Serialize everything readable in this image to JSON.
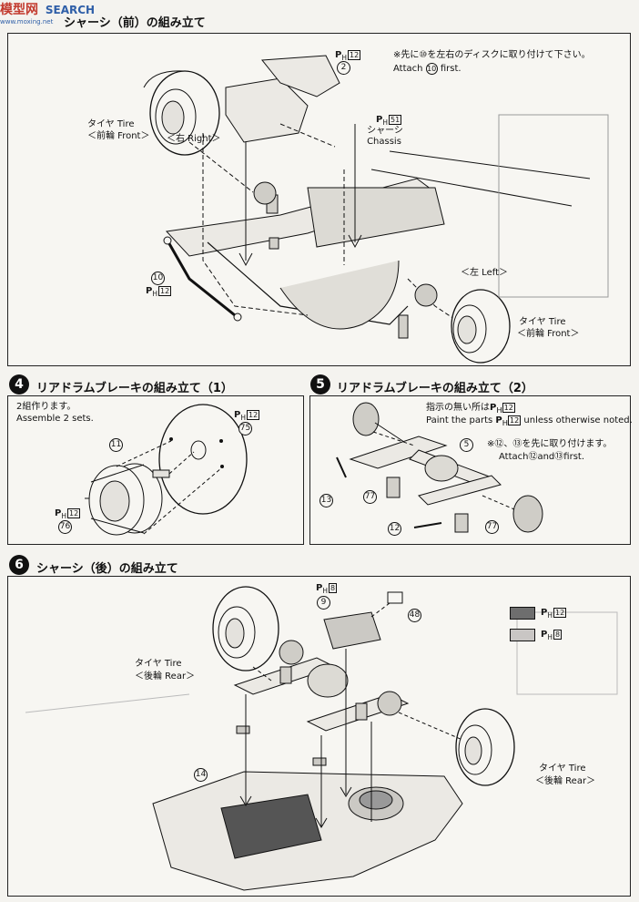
{
  "watermark": {
    "site": "模型网",
    "search": "SEARCH",
    "url": "www.moxing.net"
  },
  "step3": {
    "title": "シャーシ（前）の組み立て",
    "ph12_a": "P",
    "ph12_a_sub": "H",
    "ph12_a_box": "12",
    "part2": "2",
    "note_jp": "※先に⑩を左右のディスクに取り付けて下さい。",
    "note_en_pre": "Attach",
    "note_en_num": "10",
    "note_en_post": "first.",
    "ph51_box": "51",
    "chassis_jp": "シャーシ",
    "chassis_en": "Chassis",
    "tire_jp": "タイヤ Tire",
    "tire_front_l": "＜前輪 Front＞",
    "right": "＜右 Right＞",
    "left": "＜左 Left＞",
    "part10": "10",
    "ph12_b_box": "12",
    "tire_jp_r": "タイヤ Tire",
    "tire_front_r": "＜前輪 Front＞"
  },
  "step4": {
    "num": "4",
    "title": "リアドラムブレーキの組み立て（1）",
    "note_jp": "2組作ります。",
    "note_en": "Assemble 2 sets.",
    "ph12_box": "12",
    "part75": "75",
    "part11": "11",
    "part76": "76",
    "ph12_c_box": "12"
  },
  "step5": {
    "num": "5",
    "title": "リアドラムブレーキの組み立て（2）",
    "note1_jp_a": "指示の無い所は",
    "note1_box": "12",
    "note1_en_a": "Paint the parts",
    "note1_en_b": "unless otherwise noted.",
    "note2_jp": "※⑫、⑬を先に取り付けます。",
    "note2_en": "Attach⑫and⑬first.",
    "part5": "5",
    "part13": "13",
    "part77a": "77",
    "part12": "12",
    "part77b": "77"
  },
  "step6": {
    "num": "6",
    "title": "シャーシ（後）の組み立て",
    "ph8_box": "8",
    "part9": "9",
    "part48": "48",
    "legend_dark_box": "12",
    "legend_light_box": "8",
    "tire_l_jp": "タイヤ Tire",
    "tire_l_en": "＜後輪 Rear＞",
    "part14": "14",
    "tire_r_jp": "タイヤ Tire",
    "tire_r_en": "＜後輪 Rear＞"
  },
  "colors": {
    "dark_swatch": "#6e6e6e",
    "light_swatch": "#c9c6c4",
    "watermark_red": "#c23a2e"
  }
}
